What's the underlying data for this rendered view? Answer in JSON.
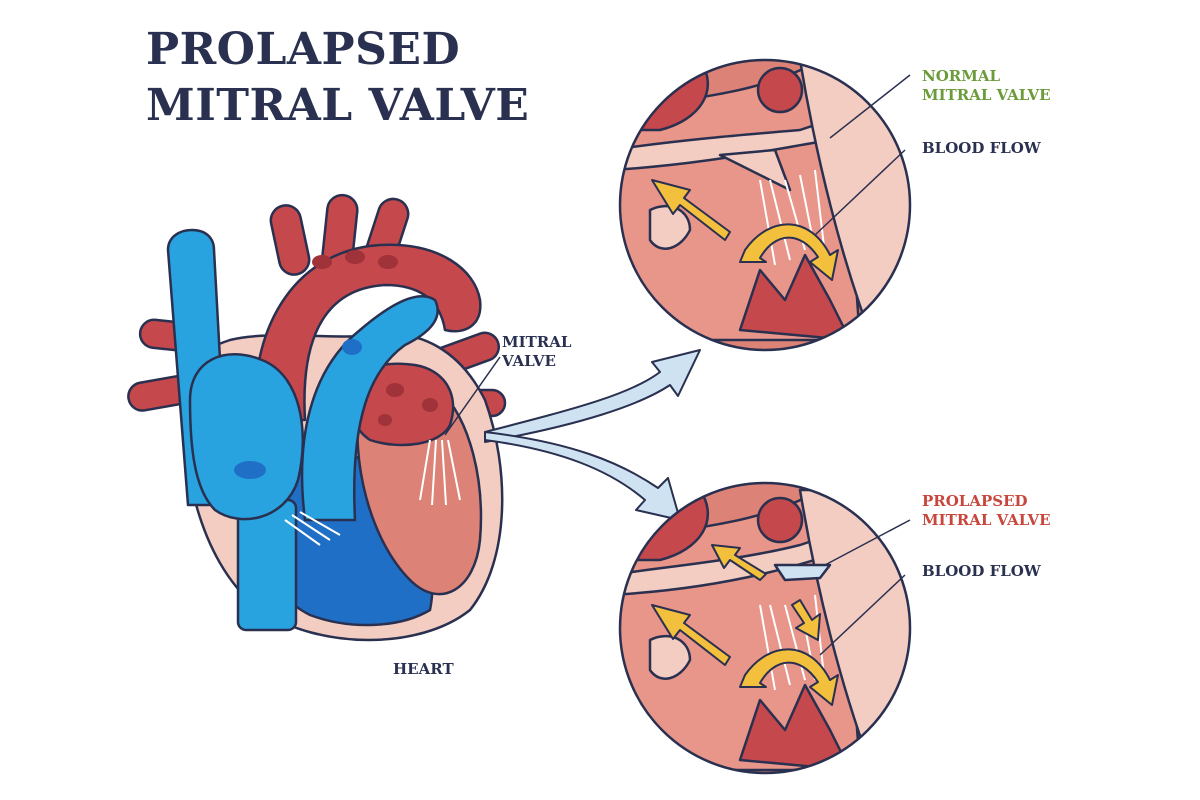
{
  "title": {
    "line1": "PROLAPSED",
    "line2": "MITRAL VALVE"
  },
  "labels": {
    "heart": "HEART",
    "mitral_valve": {
      "line1": "MITRAL",
      "line2": "VALVE"
    },
    "normal_valve": {
      "line1": "NORMAL",
      "line2": "MITRAL VALVE"
    },
    "prolapsed_valve": {
      "line1": "PROLAPSED",
      "line2": "MITRAL VALVE"
    },
    "blood_flow_top": "BLOOD FLOW",
    "blood_flow_bottom": "BLOOD FLOW"
  },
  "colors": {
    "title": "#2a3050",
    "normal_label": "#6b9b3a",
    "prolapsed_label": "#c8463c",
    "vein_blue": "#28a3e0",
    "artery_red": "#c5484c",
    "tissue_pink": "#f4cdc2",
    "arrow_yellow": "#f2c03c",
    "arrow_lightblue": "#cfe2f2"
  }
}
